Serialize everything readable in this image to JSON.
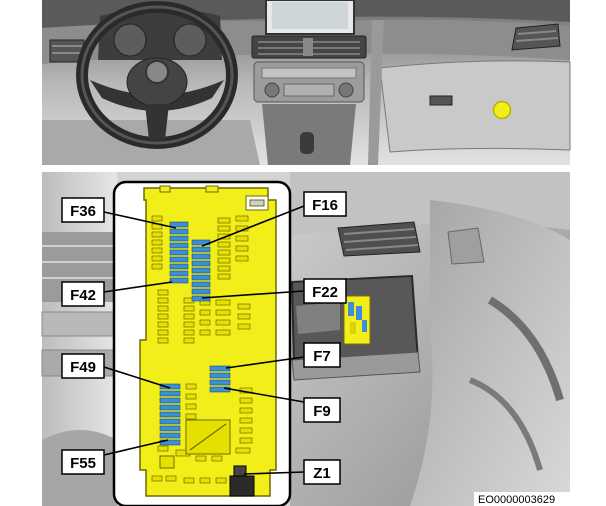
{
  "callouts": {
    "f36": "F36",
    "f16": "F16",
    "f42": "F42",
    "f22": "F22",
    "f7": "F7",
    "f49": "F49",
    "f9": "F9",
    "f55": "F55",
    "z1": "Z1"
  },
  "reference_code": "EO0000003629",
  "colors": {
    "fuse_board": "#f2ee1a",
    "fuse_blue": "#3a8fd6",
    "location_marker": "#f2ee1a",
    "panel_border": "#000000"
  },
  "icons": {
    "location_marker": "yellow-dot-icon"
  }
}
